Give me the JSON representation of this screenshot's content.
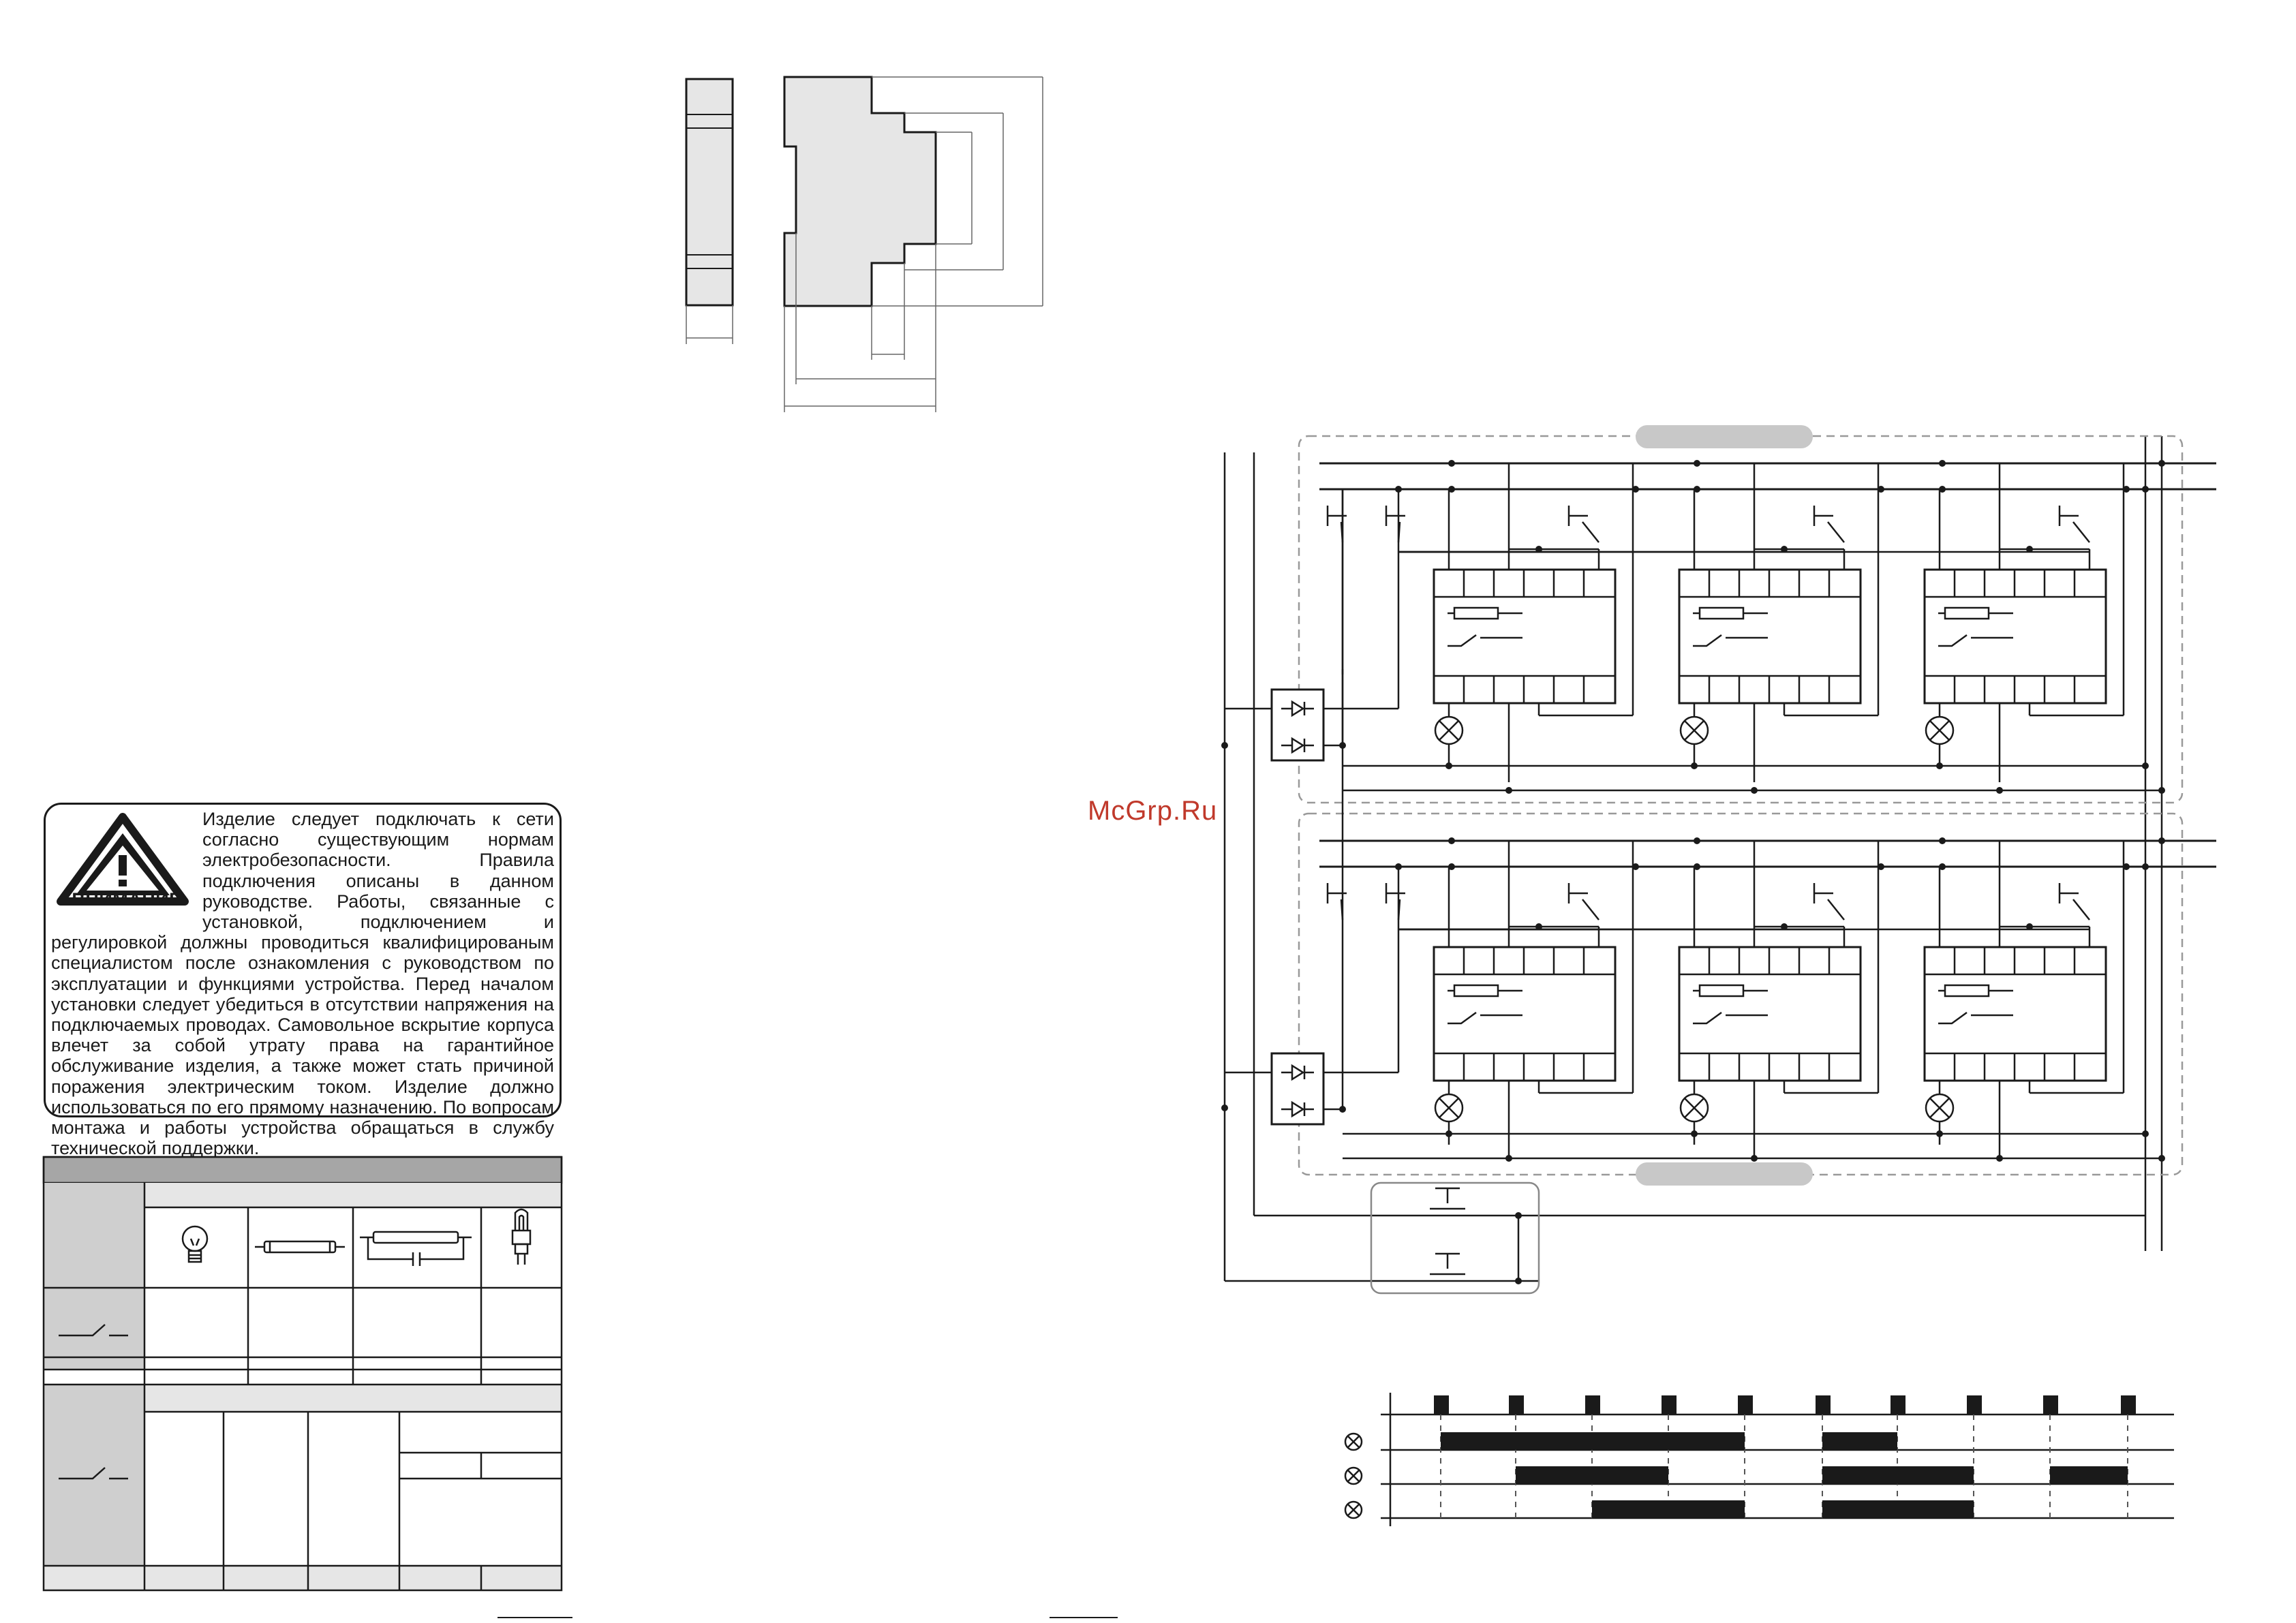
{
  "warning": {
    "title": "ВНИМАНИЕ",
    "text": "Изделие следует подключать к сети согласно существующим нормам электробезопасности. Правила подключения описаны в данном руководстве. Работы, связанные с установкой, подключением и регулировкой должны проводиться квалифицированым специалистом после ознакомления с руководством по эксплуатации и функциями устройства. Перед началом установки следует убедиться в отсутствии напряжения на подключаемых проводах. Самовольное вскрытие корпуса влечет за собой утрату права на гарантийное обслуживание изделия, а также может стать причиной поражения электрическим током. Изделие должно использоваться по его прямому назначению. По вопросам монтажа и работы устройства обращаться в службу технической поддержки."
  },
  "watermark": "McGrp.Ru",
  "load_table": {
    "icons": [
      "incandescent-lamp-icon",
      "fluorescent-tube-icon",
      "compensated-fluorescent-icon",
      "compact-fluorescent-icon"
    ]
  },
  "timing_diagram": {
    "pulse_count": 10,
    "lamps": [
      "lamp-1",
      "lamp-2",
      "lamp-3"
    ]
  },
  "colors": {
    "line": "#1a1a1a",
    "device_fill": "#e6e6e6",
    "table_header": "#a6a6a6",
    "table_side": "#cfcfcf",
    "dashed_frame": "#999999",
    "pill": "#c8c8c8",
    "watermark": "#c0392b"
  }
}
